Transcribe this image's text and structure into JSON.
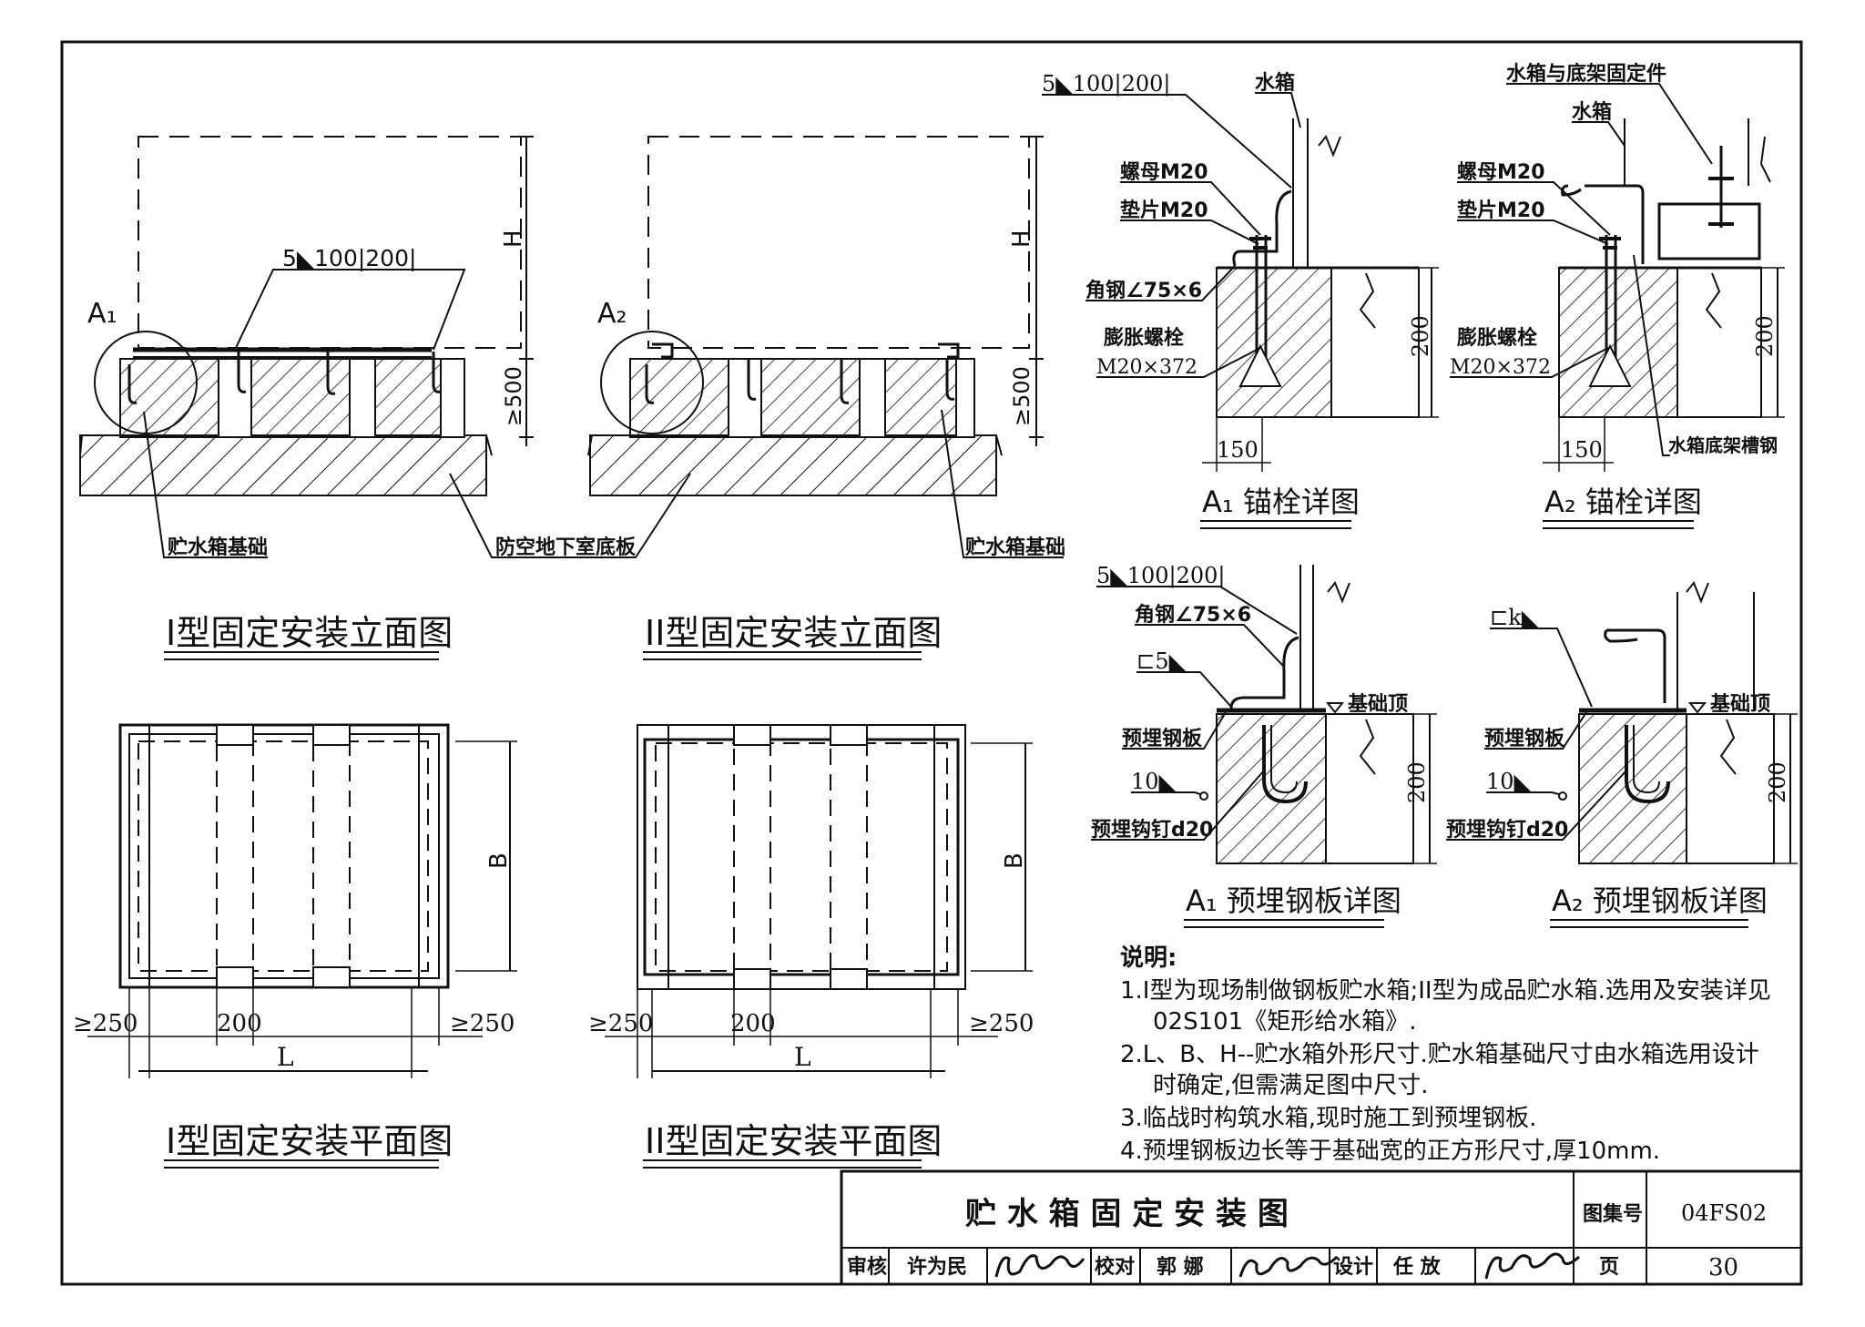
{
  "elev1": {
    "mark": "A₁",
    "weld": "5◣100|200|",
    "dim_h": "H",
    "dim_500": "≥500",
    "label_foundation": "贮水箱基础",
    "title": "I型固定安装立面图"
  },
  "elev2": {
    "mark": "A₂",
    "dim_h": "H",
    "dim_500": "≥500",
    "label_floor": "防空地下室底板",
    "label_foundation": "贮水箱基础",
    "title": "II型固定安装立面图"
  },
  "plan1": {
    "dim_b": "B",
    "dim_250_left": "≥250",
    "dim_200": "200",
    "dim_250_right": "≥250",
    "dim_l": "L",
    "title": "I型固定安装平面图"
  },
  "plan2": {
    "dim_b": "B",
    "dim_250_left": "≥250",
    "dim_200": "200",
    "dim_250_right": "≥250",
    "dim_l": "L",
    "title": "II型固定安装平面图"
  },
  "detail_a1_bolt": {
    "weld": "5◣100|200|",
    "tank": "水箱",
    "nut": "螺母M20",
    "washer": "垫片M20",
    "angle": "角钢∠75×6",
    "bolt": "膨胀螺栓",
    "bolt_size": "M20×372",
    "dim_200": "200",
    "dim_150": "150",
    "title": "A₁ 锚栓详图"
  },
  "detail_a2_bolt": {
    "fixture": "水箱与底架固定件",
    "tank": "水箱",
    "nut": "螺母M20",
    "washer": "垫片M20",
    "bolt": "膨胀螺栓",
    "bolt_size": "M20×372",
    "channel": "水箱底架槽钢",
    "dim_200": "200",
    "dim_150": "150",
    "title": "A₂ 锚栓详图"
  },
  "detail_a1_plate": {
    "weld": "5◣100|200|",
    "angle": "角钢∠75×6",
    "weld5": "⊏5◣",
    "top": "基础顶",
    "plate": "预埋钢板",
    "weld10": "10◣",
    "hook": "预埋钩钉d20",
    "dim_200": "200",
    "title": "A₁ 预埋钢板详图"
  },
  "detail_a2_plate": {
    "weldk": "⊏k◣",
    "top": "基础顶",
    "plate": "预埋钢板",
    "weld10": "10◣",
    "hook": "预埋钩钉d20",
    "dim_200": "200",
    "title": "A₂ 预埋钢板详图"
  },
  "notes": {
    "heading": "说明:",
    "lines": [
      "1.I型为现场制做钢板贮水箱;II型为成品贮水箱.选用及安装详见",
      "02S101《矩形给水箱》.",
      "2.L、B、H--贮水箱外形尺寸.贮水箱基础尺寸由水箱选用设计",
      "时确定,但需满足图中尺寸.",
      "3.临战时构筑水箱,现时施工到预埋钢板.",
      "4.预埋钢板边长等于基础宽的正方形尺寸,厚10mm."
    ]
  },
  "title_block": {
    "title": "贮 水 箱 固 定 安 装 图",
    "atlas_label": "图集号",
    "atlas_no": "04FS02",
    "review": "审核",
    "reviewer": "许为民",
    "check": "校对",
    "checker": "郭 娜",
    "design": "设计",
    "designer": "任 放",
    "page_label": "页",
    "page_no": "30"
  }
}
